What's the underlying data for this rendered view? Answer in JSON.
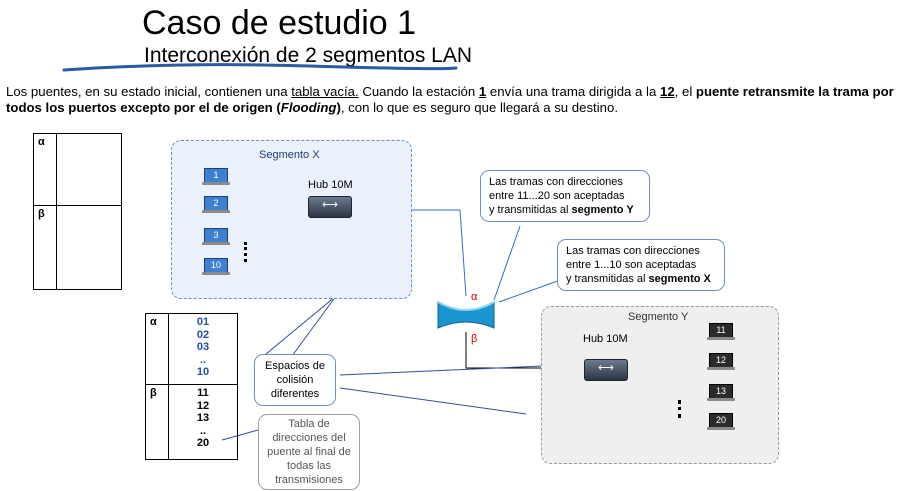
{
  "title": "Caso de estudio 1",
  "subtitle": "Interconexión de 2 segmentos LAN",
  "intro": {
    "t1": "Los puentes, en su estado inicial, contienen una ",
    "t2": "tabla vacía.",
    "t3": " Cuando la estación ",
    "t4": "1",
    "t5": " envía una trama dirigida a la ",
    "t6": "12",
    "t7": ", el ",
    "t8": "puente retransmite la trama por todos los puertos excepto por el de origen (",
    "t9": "Flooding",
    "t10": ")",
    "t11": ", con lo que es seguro que llegará a su destino."
  },
  "segment_x": {
    "label": "Segmento X",
    "hub_label": "Hub 10M",
    "pcs": [
      "1",
      "2",
      "3",
      "10"
    ]
  },
  "segment_y": {
    "label": "Segmento Y",
    "hub_label": "Hub 10M",
    "pcs": [
      "11",
      "12",
      "13",
      "20"
    ]
  },
  "bridge": {
    "alpha": "α",
    "beta": "β"
  },
  "callout_x": {
    "l1": "Las tramas con  direcciones",
    "l2": "entre 11...20 son aceptadas",
    "l3": "y transmitidas al ",
    "seg": "segmento Y"
  },
  "callout_y": {
    "l1": "Las tramas con  direcciones",
    "l2": "entre 1...10 son aceptadas",
    "l3": "y transmitidas al ",
    "seg": "segmento X"
  },
  "collision_note": "Espacios de colisión diferentes",
  "table_note": "Tabla de direcciones del puente al final de todas las transmisiones",
  "empty_table": {
    "alpha": "α",
    "beta": "β"
  },
  "final_table": {
    "alpha": "α",
    "beta": "β",
    "alpha_values": [
      "01",
      "02",
      "03",
      "..",
      "10"
    ],
    "beta_values": [
      "11",
      "12",
      "13",
      "..",
      "20"
    ]
  }
}
